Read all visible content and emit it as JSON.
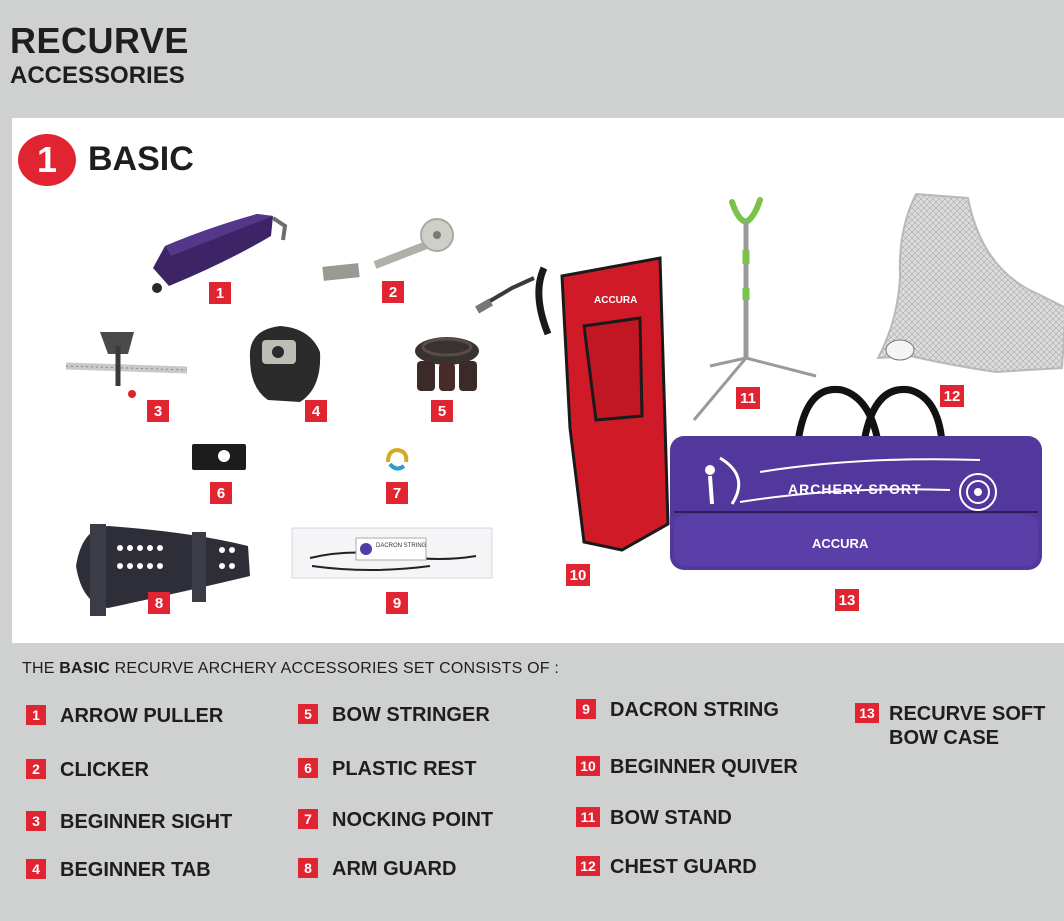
{
  "header": {
    "title": "RECURVE",
    "subtitle": "ACCESSORIES"
  },
  "section": {
    "number": "1",
    "title": "BASIC"
  },
  "photo_labels": [
    "1",
    "2",
    "3",
    "4",
    "5",
    "6",
    "7",
    "8",
    "9",
    "10",
    "11",
    "12",
    "13"
  ],
  "product_print": {
    "quiver_brand": "ACCURA",
    "case_text": "ARCHERY SPORT",
    "case_brand": "ACCURA",
    "string_pack": "DACRON STRING"
  },
  "intro": {
    "prefix": "THE ",
    "bold": "BASIC",
    "suffix": " RECURVE ARCHERY ACCESSORIES SET CONSISTS OF :"
  },
  "items": [
    {
      "num": "1",
      "label": "ARROW PULLER"
    },
    {
      "num": "2",
      "label": "CLICKER"
    },
    {
      "num": "3",
      "label": "BEGINNER SIGHT"
    },
    {
      "num": "4",
      "label": "BEGINNER TAB"
    },
    {
      "num": "5",
      "label": "BOW STRINGER"
    },
    {
      "num": "6",
      "label": "PLASTIC REST"
    },
    {
      "num": "7",
      "label": "NOCKING POINT"
    },
    {
      "num": "8",
      "label": "ARM GUARD"
    },
    {
      "num": "9",
      "label": "DACRON STRING"
    },
    {
      "num": "10",
      "label": "BEGINNER QUIVER"
    },
    {
      "num": "11",
      "label": "BOW STAND"
    },
    {
      "num": "12",
      "label": "CHEST GUARD"
    },
    {
      "num": "13",
      "label": "RECURVE SOFT\nBOW CASE"
    }
  ],
  "colors": {
    "accent": "#e02431",
    "background": "#cfd1d0",
    "panel": "#ffffff",
    "text": "#1e1e1e"
  }
}
